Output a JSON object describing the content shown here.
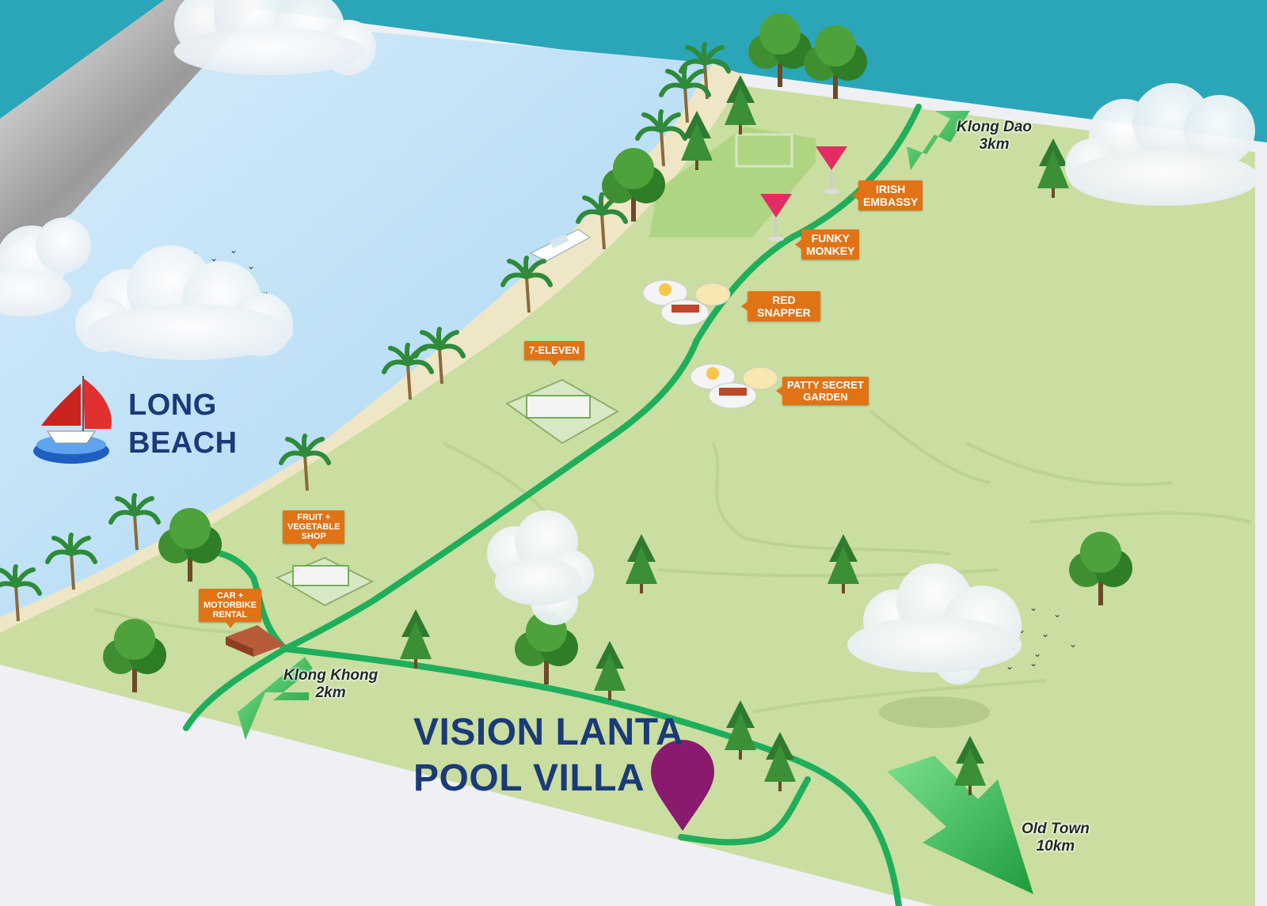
{
  "beach": {
    "line1": "LONG",
    "line2": "BEACH"
  },
  "villa": {
    "line1": "VISION LANTA",
    "line2": "POOL VILLA"
  },
  "directions": {
    "klong_dao": {
      "name": "Klong Dao",
      "distance": "3km"
    },
    "klong_khong": {
      "name": "Klong Khong",
      "distance": "2km"
    },
    "old_town": {
      "name": "Old Town",
      "distance": "10km"
    }
  },
  "places": {
    "irish_embassy": [
      "IRISH",
      "EMBASSY"
    ],
    "funky_monkey": [
      "FUNKY",
      "MONKEY"
    ],
    "red_snapper": [
      "RED",
      "SNAPPER"
    ],
    "patty_secret_garden": [
      "PATTY SECRET",
      "GARDEN"
    ],
    "seven_eleven": [
      "7-ELEVEN"
    ],
    "fruit_vegetable_shop": [
      "FRUIT +",
      "VEGETABLE",
      "SHOP"
    ],
    "car_motorbike_rental": [
      "CAR +",
      "MOTORBIKE",
      "RENTAL"
    ]
  },
  "colors": {
    "teal_background": "#2aa6b8",
    "sea": "#bfe0f4",
    "land": "#c9dea0",
    "sand": "#efe6c6",
    "road": "#1fae5c",
    "tag": "#e07316",
    "title": "#1b3a78",
    "pin": "#8a1a6e"
  }
}
